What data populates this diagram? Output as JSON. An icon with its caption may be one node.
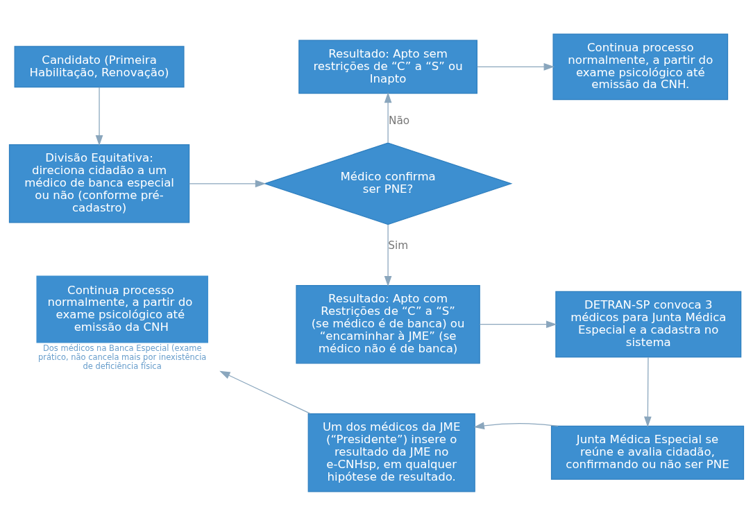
{
  "diagram": {
    "nodes": [
      {
        "text": [
          "Candidato (Primeira Habilitação, Renovação)"
        ]
      },
      {
        "text": [
          "Divisão Equitativa: direciona cidadão a um médico de banca especial ou não (conforme pré-cadastro)"
        ]
      },
      {
        "text": [
          "Médico confirma ser PNE?"
        ]
      },
      {
        "text": [
          "Resultado: Apto sem restrições de “C” a “S” ou Inapto"
        ]
      },
      {
        "text": [
          "Continua processo normalmente, a partir do exame psicológico até emissão da CNH."
        ]
      },
      {
        "text": [
          "Resultado: Apto com Restrições de “C” a “S” (se médico é de banca) ou “encaminhar à JME” (se médico não é de banca)"
        ]
      },
      {
        "text": [
          "DETRAN-SP convoca 3 médicos para Junta Médica Especial e a cadastra no sistema"
        ]
      },
      {
        "text": [
          "Junta Médica Especial se reúne e avalia cidadão, confirmando ou não ser PNE"
        ]
      },
      {
        "text": [
          "Um dos médicos da JME (“Presidente”) insere o resultado da JME no e-CNHsp, em qualquer hipótese de resultado."
        ]
      },
      {
        "text": [
          "Continua processo normalmente, a partir do exame psicológico até emissão da CNH"
        ],
        "beside": [
          "Dos médicos na Banca Especial (exame prático, não cancela mais por inexistência de deficiência física"
        ]
      }
    ],
    "edges": [
      {
        "from": 0,
        "to": 1,
        "arrow": "to"
      },
      {
        "from": 1,
        "to": 2,
        "arrow": "to"
      },
      {
        "from": 2,
        "to": 3,
        "arrow": "to",
        "label": "Não"
      },
      {
        "from": 3,
        "to": 4,
        "arrow": "to"
      },
      {
        "from": 2,
        "to": 5,
        "arrow": "to",
        "label": "Sim"
      },
      {
        "from": 5,
        "to": 6,
        "arrow": "to"
      },
      {
        "from": 6,
        "to": 7,
        "arrow": "to"
      },
      {
        "from": 7,
        "to": 8,
        "arrow": "to"
      },
      {
        "from": 8,
        "to": 9,
        "arrow": "to"
      }
    ]
  }
}
